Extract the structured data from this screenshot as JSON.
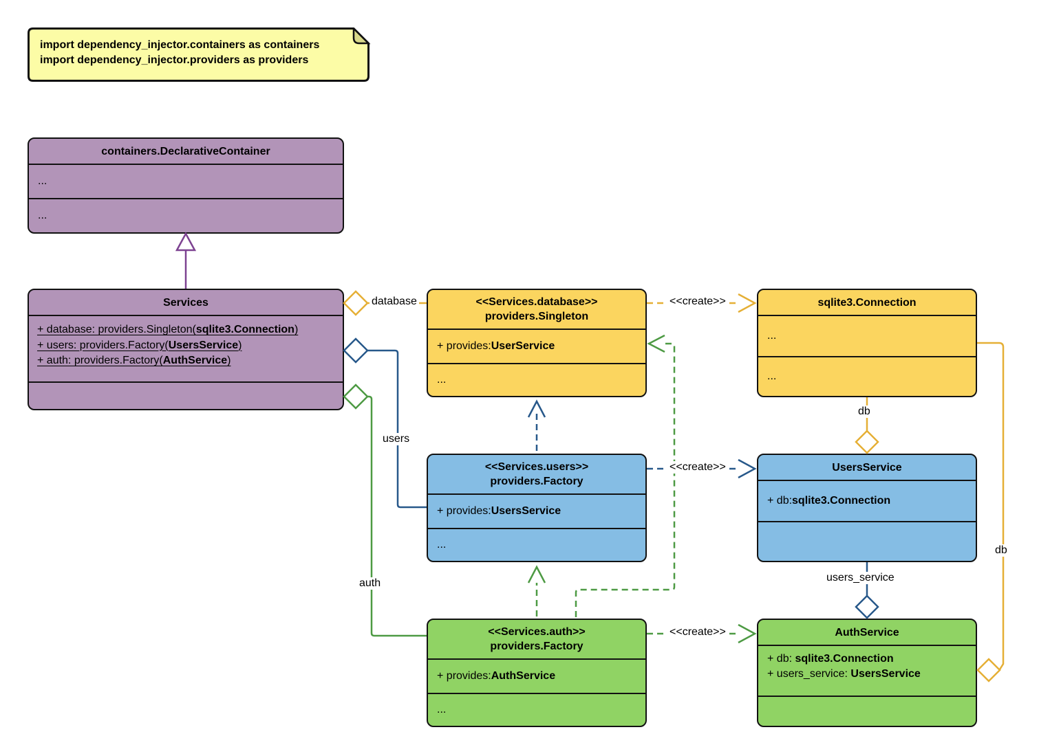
{
  "note": {
    "lines": [
      "import dependency_injector.containers as containers",
      "import dependency_injector.providers as providers"
    ]
  },
  "classes": {
    "declarative_container": {
      "title": "containers.DeclarativeContainer",
      "sections": [
        "...",
        "..."
      ]
    },
    "services": {
      "title": "Services",
      "attributes": [
        {
          "prefix": "+ database: providers.Singleton(",
          "value": "sqlite3.Connection",
          "suffix": ")"
        },
        {
          "prefix": "+ users: providers.Factory(",
          "value": "UsersService",
          "suffix": ")"
        },
        {
          "prefix": "+ auth: providers.Factory(",
          "value": "AuthService",
          "suffix": ")"
        }
      ]
    },
    "singleton": {
      "stereotype": "<<Services.database>>",
      "title": "providers.Singleton",
      "provides_prefix": "+ provides: ",
      "provides_value": "UserService",
      "more": "..."
    },
    "connection": {
      "title": "sqlite3.Connection",
      "sections": [
        "...",
        "..."
      ]
    },
    "users_factory": {
      "stereotype": "<<Services.users>>",
      "title": "providers.Factory",
      "provides_prefix": "+ provides: ",
      "provides_value": "UsersService",
      "more": "..."
    },
    "users_service": {
      "title": "UsersService",
      "attributes": [
        {
          "prefix": "+ db: ",
          "value": "sqlite3.Connection"
        }
      ]
    },
    "auth_factory": {
      "stereotype": "<<Services.auth>>",
      "title": "providers.Factory",
      "provides_prefix": "+ provides: ",
      "provides_value": "AuthService",
      "more": "..."
    },
    "auth_service": {
      "title": "AuthService",
      "attributes": [
        {
          "prefix": "+ db: ",
          "value": "sqlite3.Connection"
        },
        {
          "prefix": "+ users_service: ",
          "value": "UsersService"
        }
      ]
    }
  },
  "edge_labels": {
    "database": "database",
    "users": "users",
    "auth": "auth",
    "create_database": "<<create>>",
    "create_users": "<<create>>",
    "create_auth": "<<create>>",
    "db_users": "db",
    "db_auth": "db",
    "users_service": "users_service"
  },
  "colors": {
    "purple_fill": "#B294B8",
    "purple_line": "#7D4291",
    "yellow_fill": "#FBD55F",
    "yellow_line": "#E5AF35",
    "blue_fill": "#85BDE4",
    "blue_line": "#27588A",
    "green_fill": "#90D364",
    "green_line": "#4D9A43",
    "note_fill": "#FCFCA6"
  }
}
